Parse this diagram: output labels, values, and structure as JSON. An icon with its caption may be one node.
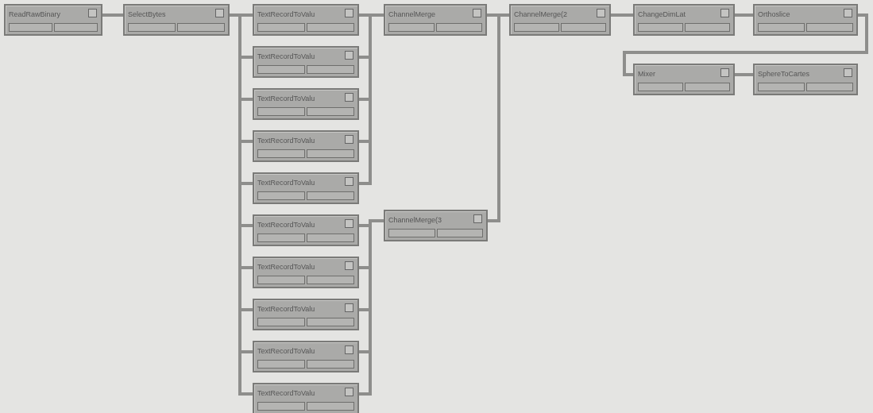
{
  "diagram": {
    "nodes": [
      {
        "text": [
          "ReadRawBinary"
        ]
      },
      {
        "text": [
          "SelectBytes"
        ]
      },
      {
        "text": [
          "TextRecordToValu"
        ]
      },
      {
        "text": [
          "TextRecordToValu"
        ]
      },
      {
        "text": [
          "TextRecordToValu"
        ]
      },
      {
        "text": [
          "TextRecordToValu"
        ]
      },
      {
        "text": [
          "TextRecordToValu"
        ]
      },
      {
        "text": [
          "TextRecordToValu"
        ]
      },
      {
        "text": [
          "TextRecordToValu"
        ]
      },
      {
        "text": [
          "TextRecordToValu"
        ]
      },
      {
        "text": [
          "TextRecordToValu"
        ]
      },
      {
        "text": [
          "TextRecordToValu"
        ]
      },
      {
        "text": [
          "ChannelMerge"
        ]
      },
      {
        "text": [
          "ChannelMerge(2"
        ]
      },
      {
        "text": [
          "ChangeDimLat"
        ]
      },
      {
        "text": [
          "Orthoslice"
        ]
      },
      {
        "text": [
          "Mixer"
        ]
      },
      {
        "text": [
          "SphereToCartes"
        ]
      },
      {
        "text": [
          "ChannelMerge(3"
        ]
      }
    ],
    "edges": [
      {
        "from": 0,
        "to": 1,
        "arrow": "none"
      },
      {
        "from": 1,
        "to": 2,
        "arrow": "none"
      },
      {
        "from": 1,
        "to": 3,
        "arrow": "none"
      },
      {
        "from": 1,
        "to": 4,
        "arrow": "none"
      },
      {
        "from": 1,
        "to": 5,
        "arrow": "none"
      },
      {
        "from": 1,
        "to": 6,
        "arrow": "none"
      },
      {
        "from": 1,
        "to": 7,
        "arrow": "none"
      },
      {
        "from": 1,
        "to": 8,
        "arrow": "none"
      },
      {
        "from": 1,
        "to": 9,
        "arrow": "none"
      },
      {
        "from": 1,
        "to": 10,
        "arrow": "none"
      },
      {
        "from": 1,
        "to": 11,
        "arrow": "none"
      },
      {
        "from": 2,
        "to": 12,
        "arrow": "none"
      },
      {
        "from": 3,
        "to": 12,
        "arrow": "none"
      },
      {
        "from": 4,
        "to": 12,
        "arrow": "none"
      },
      {
        "from": 5,
        "to": 12,
        "arrow": "none"
      },
      {
        "from": 6,
        "to": 12,
        "arrow": "none"
      },
      {
        "from": 7,
        "to": 18,
        "arrow": "none"
      },
      {
        "from": 8,
        "to": 18,
        "arrow": "none"
      },
      {
        "from": 9,
        "to": 18,
        "arrow": "none"
      },
      {
        "from": 10,
        "to": 18,
        "arrow": "none"
      },
      {
        "from": 11,
        "to": 18,
        "arrow": "none"
      },
      {
        "from": 12,
        "to": 13,
        "arrow": "none"
      },
      {
        "from": 18,
        "to": 13,
        "arrow": "none"
      },
      {
        "from": 13,
        "to": 14,
        "arrow": "none"
      },
      {
        "from": 14,
        "to": 15,
        "arrow": "none"
      },
      {
        "from": 15,
        "to": 16,
        "arrow": "none"
      },
      {
        "from": 16,
        "to": 17,
        "arrow": "none"
      }
    ]
  }
}
